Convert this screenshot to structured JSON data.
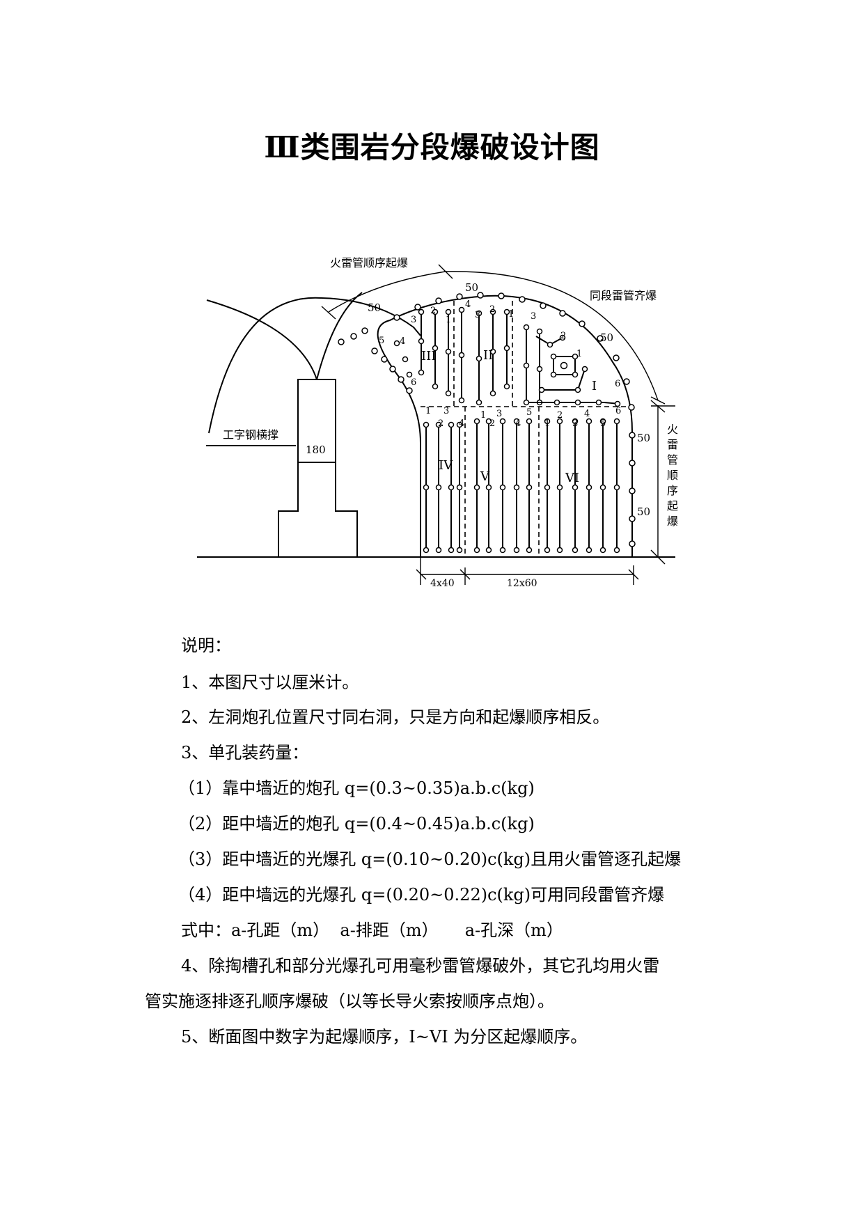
{
  "title": "Ⅲ类围岩分段爆破设计图",
  "diagram": {
    "label_fire_seq_top": "火雷管顺序起爆",
    "label_same_stage": "同段雷管齐爆",
    "label_steel_brace": "工字钢横撑",
    "label_fire_seq_right": [
      "火",
      "雷",
      "管",
      "顺",
      "序",
      "起",
      "爆"
    ],
    "wall_width": "180",
    "spacing_50": "50",
    "dim_4x40": "4x40",
    "dim_12x60": "12x60",
    "zones": [
      "I",
      "II",
      "III",
      "IV",
      "V",
      "VI"
    ],
    "sequence_numbers": [
      "1",
      "2",
      "3",
      "4",
      "5",
      "6"
    ]
  },
  "notes": {
    "heading": "说明：",
    "n1": "1、本图尺寸以厘米计。",
    "n2": "2、左洞炮孔位置尺寸同右洞，只是方向和起爆顺序相反。",
    "n3": "3、单孔装药量：",
    "n3_1": "（1）靠中墙近的炮孔 q=(0.3~0.35)a.b.c(kg)",
    "n3_2": "（2）距中墙近的炮孔 q=(0.4~0.45)a.b.c(kg)",
    "n3_3": "（3）距中墙近的光爆孔 q=(0.10~0.20)c(kg)且用火雷管逐孔起爆",
    "n3_4": "（4）距中墙远的光爆孔 q=(0.20~0.22)c(kg)可用同段雷管齐爆",
    "formula": "式中：a-孔距（m）  a-排距（m）     a-孔深（m）",
    "n4_line1": "4、除掏槽孔和部分光爆孔可用毫秒雷管爆破外，其它孔均用火雷",
    "n4_line2": "管实施逐排逐孔顺序爆破（以等长导火索按顺序点炮）。",
    "n5": "5、断面图中数字为起爆顺序，I~VI 为分区起爆顺序。"
  }
}
